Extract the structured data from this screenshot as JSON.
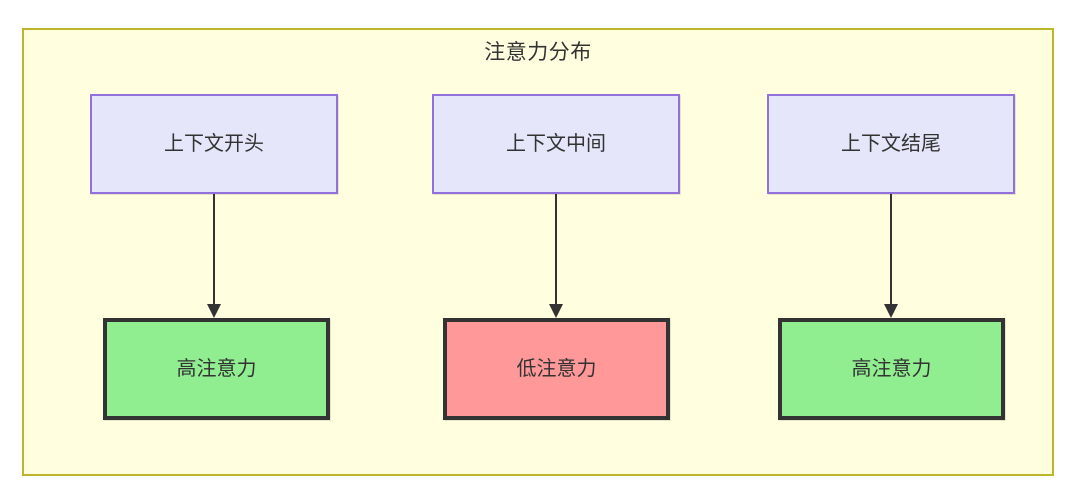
{
  "diagram": {
    "title": "注意力分布",
    "container_fill": "#ffffe0",
    "container_border": "#bfb52b",
    "columns": [
      {
        "source": {
          "label": "上下文开头",
          "fill": "#e6e6fa",
          "border": "#9370db"
        },
        "result": {
          "label": "高注意力",
          "fill": "#90ee90",
          "border": "#333333",
          "level": "high"
        }
      },
      {
        "source": {
          "label": "上下文中间",
          "fill": "#e6e6fa",
          "border": "#9370db"
        },
        "result": {
          "label": "低注意力",
          "fill": "#ff9999",
          "border": "#333333",
          "level": "low"
        }
      },
      {
        "source": {
          "label": "上下文结尾",
          "fill": "#e6e6fa",
          "border": "#9370db"
        },
        "result": {
          "label": "高注意力",
          "fill": "#90ee90",
          "border": "#333333",
          "level": "high"
        }
      }
    ]
  },
  "chart_data": {
    "type": "diagram",
    "title": "注意力分布",
    "nodes": [
      {
        "id": "ctx-start",
        "label": "上下文开头",
        "row": "top",
        "column": 1
      },
      {
        "id": "ctx-middle",
        "label": "上下文中间",
        "row": "top",
        "column": 2
      },
      {
        "id": "ctx-end",
        "label": "上下文结尾",
        "row": "top",
        "column": 3
      },
      {
        "id": "attn-high-1",
        "label": "高注意力",
        "row": "bottom",
        "column": 1
      },
      {
        "id": "attn-low",
        "label": "低注意力",
        "row": "bottom",
        "column": 2
      },
      {
        "id": "attn-high-2",
        "label": "高注意力",
        "row": "bottom",
        "column": 3
      }
    ],
    "edges": [
      {
        "from": "ctx-start",
        "to": "attn-high-1",
        "style": "arrow"
      },
      {
        "from": "ctx-middle",
        "to": "attn-low",
        "style": "arrow"
      },
      {
        "from": "ctx-end",
        "to": "attn-high-2",
        "style": "arrow"
      }
    ]
  }
}
